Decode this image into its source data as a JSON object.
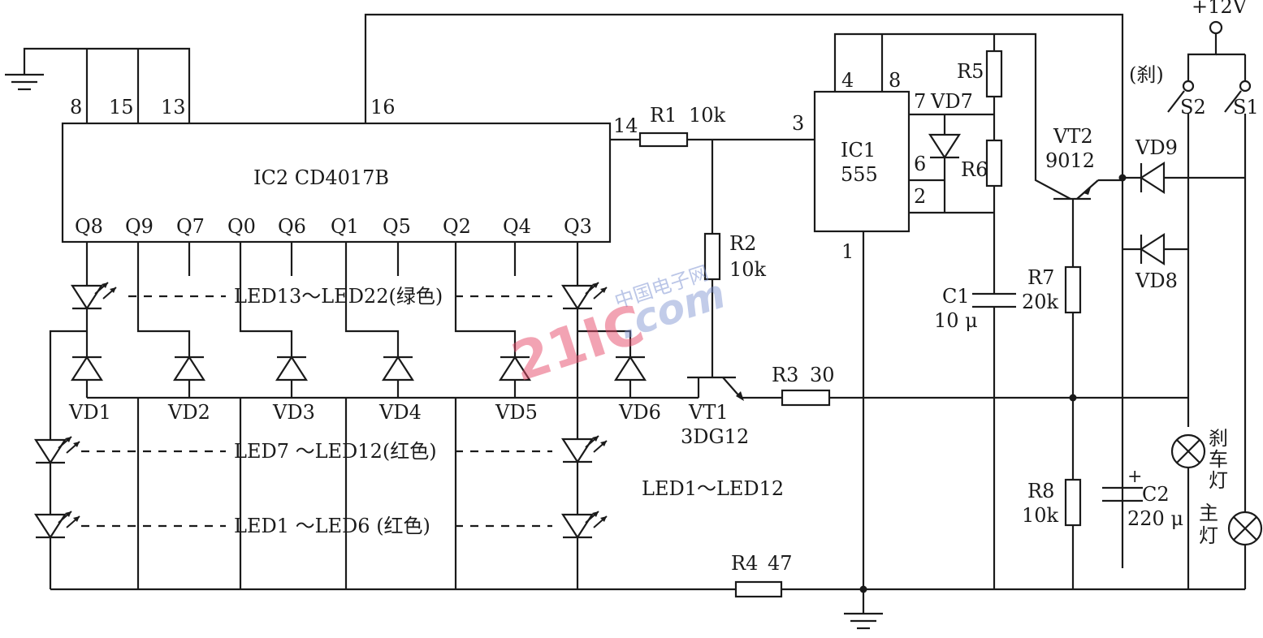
{
  "supply": {
    "vcc": "+12V",
    "brake_mark": "(刹)"
  },
  "ic2": {
    "name": "IC2 CD4017B",
    "top_pins": [
      "8",
      "15",
      "13",
      "16"
    ],
    "pin14": "14",
    "outputs": [
      "Q8",
      "Q9",
      "Q7",
      "Q0",
      "Q6",
      "Q1",
      "Q5",
      "Q2",
      "Q4",
      "Q3"
    ]
  },
  "ic1": {
    "name_line1": "IC1",
    "name_line2": "555",
    "pins": {
      "p4": "4",
      "p8": "8",
      "p3": "3",
      "p7": "7",
      "p6": "6",
      "p2": "2",
      "p1": "1"
    }
  },
  "resistors": {
    "r1": "R1",
    "r1_val": "10k",
    "r2": "R2",
    "r2_val": "10k",
    "r3": "R3",
    "r3_val": "30",
    "r4": "R4",
    "r4_val": "47",
    "r5": "R5",
    "r6": "R6",
    "r7": "R7",
    "r7_val": "20k",
    "r8": "R8",
    "r8_val": "10k"
  },
  "capacitors": {
    "c1": "C1",
    "c1_val": "10 μ",
    "c2": "C2",
    "c2_val": "220 μ",
    "c2_plus": "+"
  },
  "diodes": [
    "VD1",
    "VD2",
    "VD3",
    "VD4",
    "VD5",
    "VD6"
  ],
  "vd7": "VD7",
  "vd8": "VD8",
  "vd9": "VD9",
  "transistors": {
    "vt1": "VT1",
    "vt1_type": "3DG12",
    "vt2": "VT2",
    "vt2_type": "9012"
  },
  "leds": {
    "green": "LED13～LED22(绿色)",
    "red_mid": "LED7 ～LED12(红色)",
    "red_low": "LED1 ～LED6 (红色)",
    "group_note": "LED1～LED12"
  },
  "switches": {
    "s1": "S1",
    "s2": "S2"
  },
  "lamps": {
    "brake": [
      "刹",
      "车",
      "灯"
    ],
    "main": [
      "主",
      "灯"
    ]
  },
  "watermark": {
    "site": "21IC",
    "domain": ".com",
    "cn": "中国电子网"
  }
}
